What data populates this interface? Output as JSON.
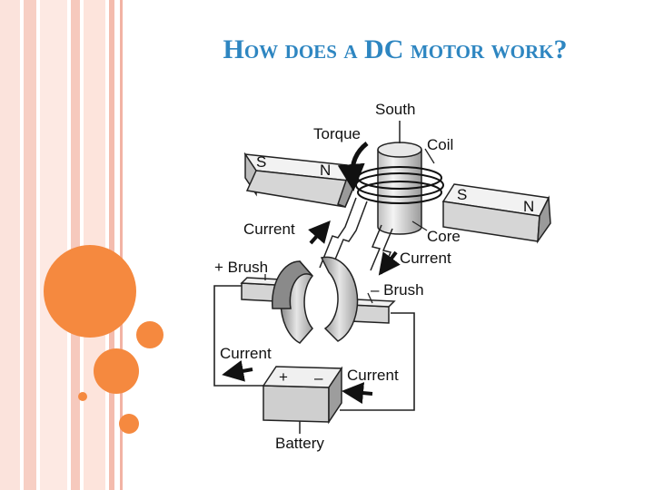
{
  "slide": {
    "title": "How does a DC motor work?"
  },
  "diagram": {
    "labels": {
      "south": "South",
      "torque": "Torque",
      "coil": "Coil",
      "s_left": "S",
      "n_left": "N",
      "s_right": "S",
      "n_right": "N",
      "current_upper": "Current",
      "core": "Core",
      "current_mid": "Current",
      "plus_brush": "+ Brush",
      "minus_brush": "– Brush",
      "current_left": "Current",
      "current_right": "Current",
      "battery_plus": "+",
      "battery_minus": "–",
      "battery": "Battery"
    }
  },
  "colors": {
    "title": "#2e86c1",
    "accent_orange": "#f5893f",
    "stripe_pink": "#f9d7cf"
  }
}
